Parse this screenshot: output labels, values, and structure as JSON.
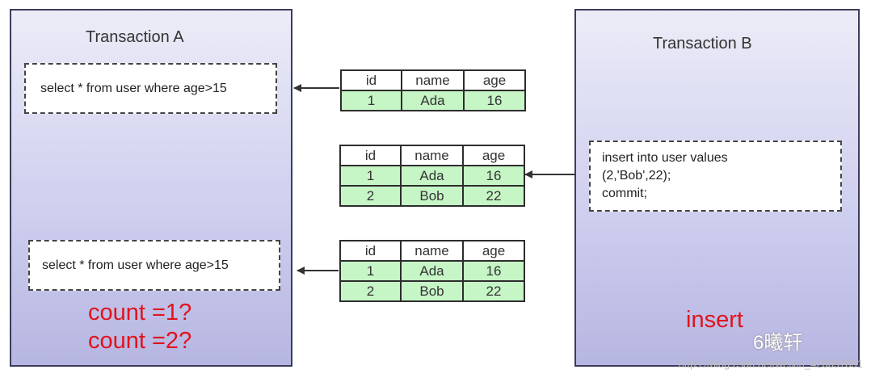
{
  "transaction_a": {
    "title": "Transaction A",
    "query_1": "select * from user where age>15",
    "query_2": "select * from user where age>15",
    "count_1": "count =1?",
    "count_2": "count =2?"
  },
  "transaction_b": {
    "title": "Transaction B",
    "insert_lines": [
      "insert into user values",
      "(2,'Bob',22);",
      "commit;"
    ],
    "label": "insert"
  },
  "tables": [
    {
      "headers": [
        "id",
        "name",
        "age"
      ],
      "rows": [
        [
          "1",
          "Ada",
          "16"
        ]
      ]
    },
    {
      "headers": [
        "id",
        "name",
        "age"
      ],
      "rows": [
        [
          "1",
          "Ada",
          "16"
        ],
        [
          "2",
          "Bob",
          "22"
        ]
      ]
    },
    {
      "headers": [
        "id",
        "name",
        "age"
      ],
      "rows": [
        [
          "1",
          "Ada",
          "16"
        ],
        [
          "2",
          "Bob",
          "22"
        ]
      ]
    }
  ],
  "watermark": "https://blog.csdn.net/weixin_426697851",
  "wechat_logo": "6曦轩",
  "colors": {
    "red_text": "#e0141e",
    "row_green": "#c6f5c6",
    "panel_border": "#3c3c5a"
  }
}
